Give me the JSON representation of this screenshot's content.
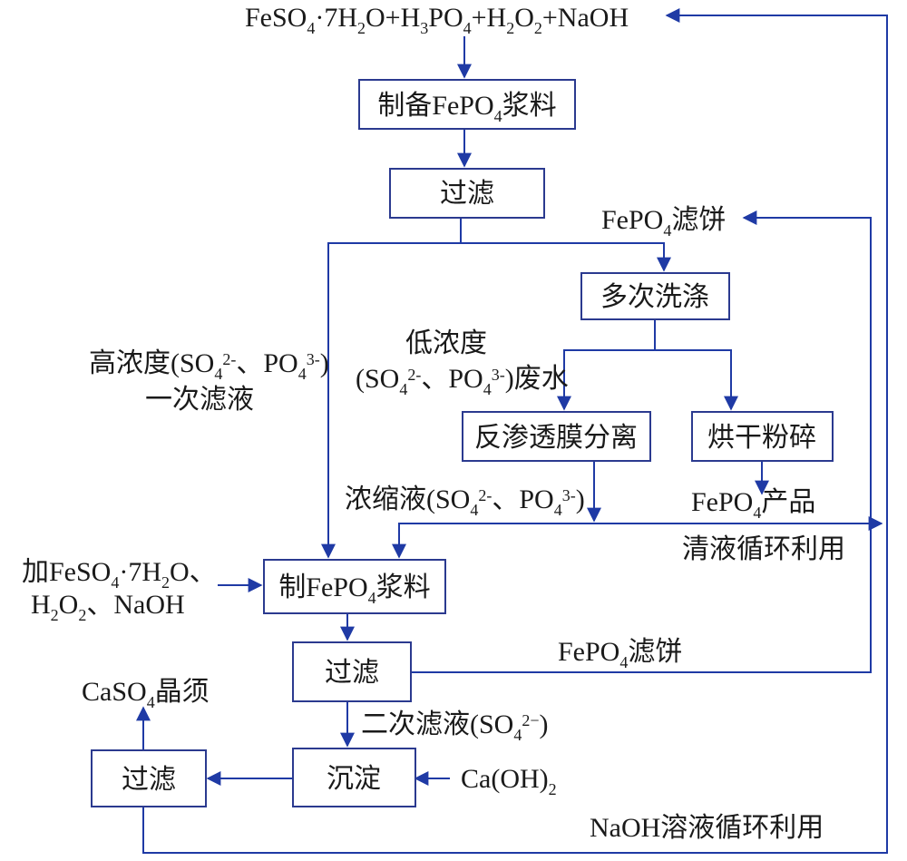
{
  "colors": {
    "line": "#1f3aa5",
    "box_border": "#2b3a8f",
    "text": "#1a1a1a"
  },
  "reactants": {
    "fe": "FeSO",
    "fe_sub": "4",
    "dot7": "·7H",
    "h2sub": "2",
    "o_plus_h": "O+H",
    "h3sub": "3",
    "po": "PO",
    "po4sub": "4",
    "plus_h": "+H",
    "h2sub2": "2",
    "o": "O",
    "o2sub": "2",
    "naoh": "+NaOH"
  },
  "boxes": {
    "prepare_slurry_1": {
      "pre": "制备FePO",
      "sub": "4",
      "post": "浆料"
    },
    "filter_1": "过滤",
    "multi_wash": "多次洗涤",
    "ro_membrane": "反渗透膜分离",
    "dry_grind": "烘干粉碎",
    "prepare_slurry_2": {
      "pre": "制FePO",
      "sub": "4",
      "post": "浆料"
    },
    "filter_2": "过滤",
    "precipitate": "沉淀",
    "filter_3": "过滤"
  },
  "labels": {
    "filter_cake_1": {
      "pre": "FePO",
      "sub": "4",
      "post": "滤饼"
    },
    "high_conc": {
      "l1_pre": "高浓度(SO",
      "l1_sub1": "4",
      "l1_sup1": "2-",
      "l1_mid": "、PO",
      "l1_sub2": "4",
      "l1_sup2": "3-",
      "l1_post": ")",
      "l2": "一次滤液"
    },
    "low_conc": {
      "l1": "低浓度",
      "l2_pre": "(SO",
      "l2_sub1": "4",
      "l2_sup1": "2-",
      "l2_mid": "、PO",
      "l2_sub2": "4",
      "l2_sup2": "3-",
      "l2_post": ")废水"
    },
    "concentrate": {
      "pre": "浓缩液(SO",
      "sub1": "4",
      "sup1": "2-",
      "mid": "、PO",
      "sub2": "4",
      "sup2": "3-",
      "post": ")"
    },
    "product": {
      "pre": "FePO",
      "sub": "4",
      "post": "产品"
    },
    "clear_recycle": "清液循环利用",
    "add_reagents": {
      "l1_pre": "加FeSO",
      "l1_sub1": "4",
      "l1_mid": "·7H",
      "l1_sub2": "2",
      "l1_post": "O、",
      "l2_h": "H",
      "l2_sub1": "2",
      "l2_o": "O",
      "l2_sub2": "2",
      "l2_post": "、NaOH"
    },
    "filter_cake_2": {
      "pre": "FePO",
      "sub": "4",
      "post": "滤饼"
    },
    "secondary_filtrate": {
      "pre": "二次滤液(SO",
      "sub": "4",
      "sup": "2−",
      "post": ")"
    },
    "caso4": {
      "pre": "CaSO",
      "sub": "4",
      "post": "晶须"
    },
    "caoh2": {
      "pre": "Ca(OH)",
      "sub": "2"
    },
    "naoh_recycle": "NaOH溶液循环利用"
  }
}
